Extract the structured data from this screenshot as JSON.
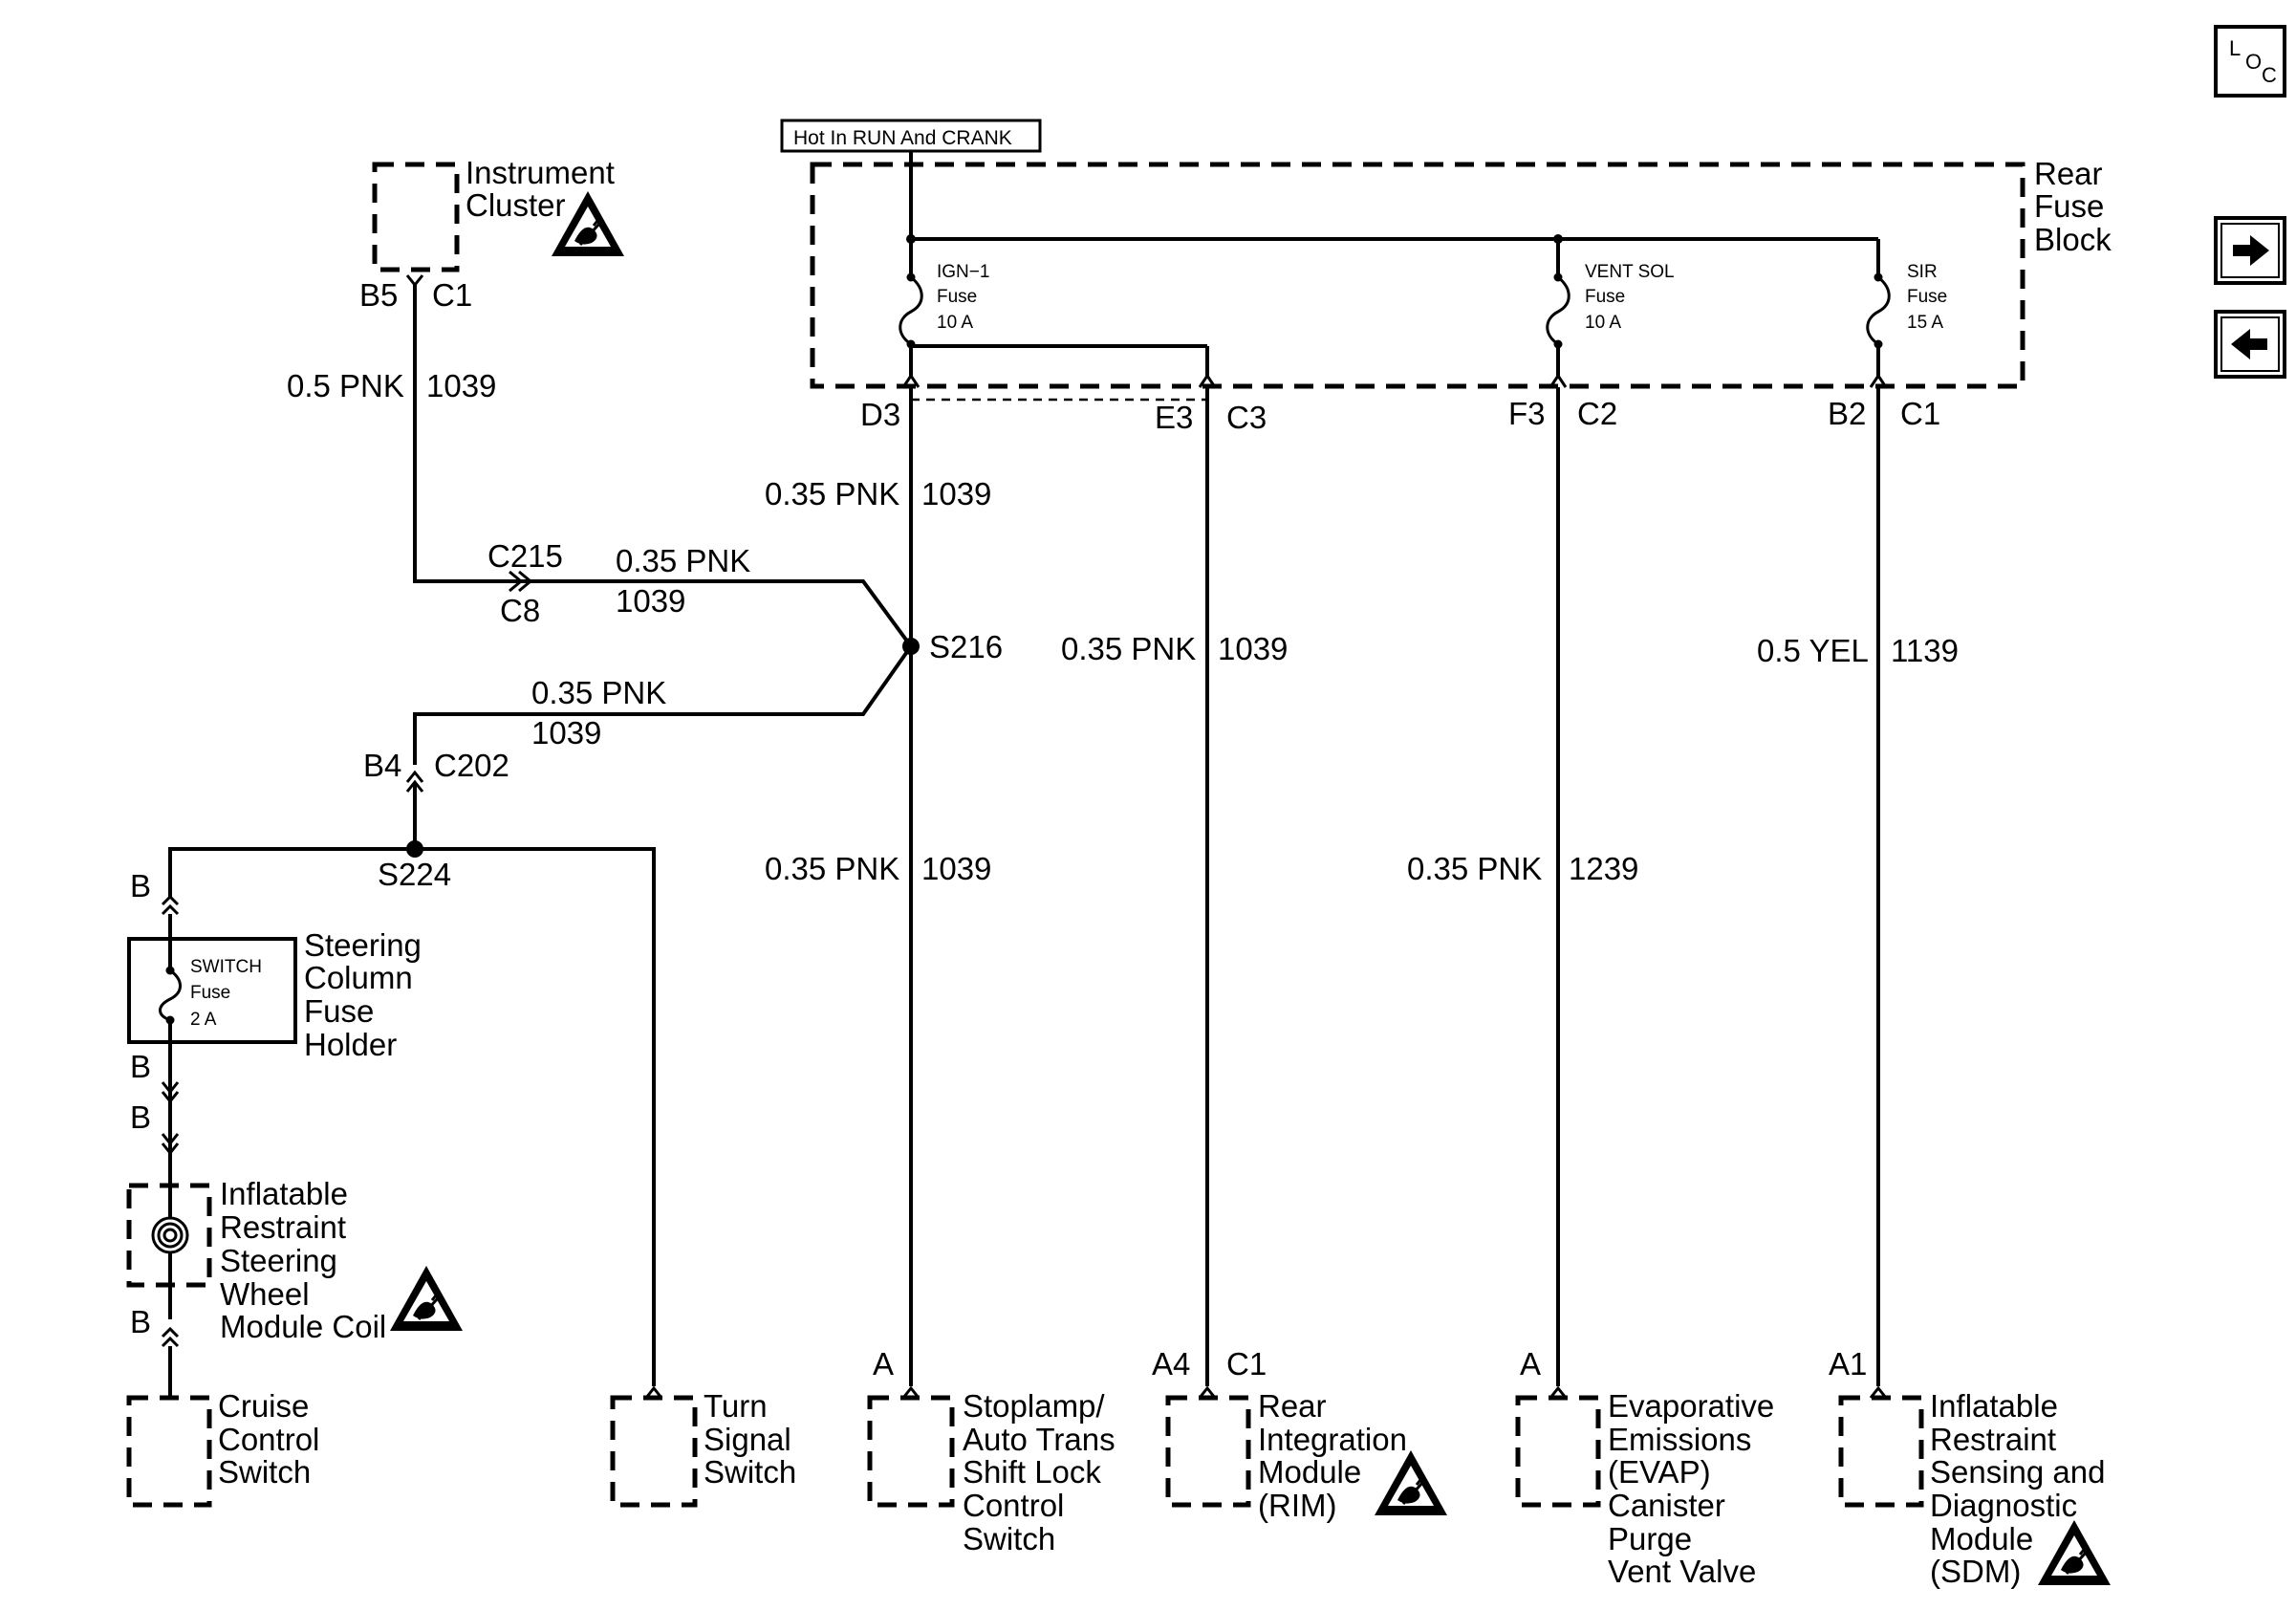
{
  "source_label": "Hot In RUN And CRANK",
  "rear_fuse_block": {
    "line1": "Rear",
    "line2": "Fuse",
    "line3": "Block"
  },
  "fuses": {
    "ign1": {
      "name": "IGN−1",
      "word": "Fuse",
      "rating": "10 A"
    },
    "vent_sol": {
      "name": "VENT SOL",
      "word": "Fuse",
      "rating": "10 A"
    },
    "sir": {
      "name": "SIR",
      "word": "Fuse",
      "rating": "15 A"
    },
    "switch": {
      "name": "SWITCH",
      "word": "Fuse",
      "rating": "2 A"
    }
  },
  "connectors": {
    "d3": "D3",
    "e3": "E3",
    "c3": "C3",
    "f3": "F3",
    "c2": "C2",
    "b2": "B2",
    "c1_fuse": "C1",
    "b5": "B5",
    "c1_ic": "C1",
    "c215": "C215",
    "c8": "C8",
    "b4": "B4",
    "c202": "C202",
    "b_top": "B",
    "b_mid": "B",
    "b_low": "B",
    "b_bot": "B",
    "a_stop": "A",
    "a4": "A4",
    "c1_rim": "C1",
    "a_evap": "A",
    "a1": "A1"
  },
  "splices": {
    "s216": "S216",
    "s224": "S224"
  },
  "wires": {
    "ic_color": "0.5 PNK",
    "ic_circuit": "1039",
    "c215_color": "0.35 PNK",
    "c215_circuit": "1039",
    "c202_color": "0.35 PNK",
    "c202_circuit": "1039",
    "d3_color": "0.35 PNK",
    "d3_circuit": "1039",
    "stop_color": "0.35 PNK",
    "stop_circuit": "1039",
    "rim_color": "0.35 PNK",
    "rim_circuit": "1039",
    "evap_color": "0.35 PNK",
    "evap_circuit": "1239",
    "sdm_color": "0.5 YEL",
    "sdm_circuit": "1139"
  },
  "components": {
    "instrument_cluster": [
      "Instrument",
      "Cluster"
    ],
    "steering_fuse_holder": [
      "Steering",
      "Column",
      "Fuse",
      "Holder"
    ],
    "coil": [
      "Inflatable",
      "Restraint",
      "Steering",
      "Wheel",
      "Module Coil"
    ],
    "cruise": [
      "Cruise",
      "Control",
      "Switch"
    ],
    "turn": [
      "Turn",
      "Signal",
      "Switch"
    ],
    "stoplamp": [
      "Stoplamp/",
      "Auto Trans",
      "Shift Lock",
      "Control",
      "Switch"
    ],
    "rim": [
      "Rear",
      "Integration",
      "Module",
      "(RIM)"
    ],
    "evap": [
      "Evaporative",
      "Emissions",
      "(EVAP)",
      "Canister",
      "Purge",
      "Vent Valve"
    ],
    "sdm": [
      "Inflatable",
      "Restraint",
      "Sensing and",
      "Diagnostic",
      "Module",
      "(SDM)"
    ]
  },
  "loc_button": {
    "l": "L",
    "o": "O",
    "c": "C"
  },
  "icons": [
    "esd-warning-icon",
    "arrow-right-icon",
    "arrow-left-icon",
    "clock-spring-icon",
    "fuse-icon"
  ],
  "colors": {
    "ink": "#000000",
    "paper": "#ffffff"
  }
}
